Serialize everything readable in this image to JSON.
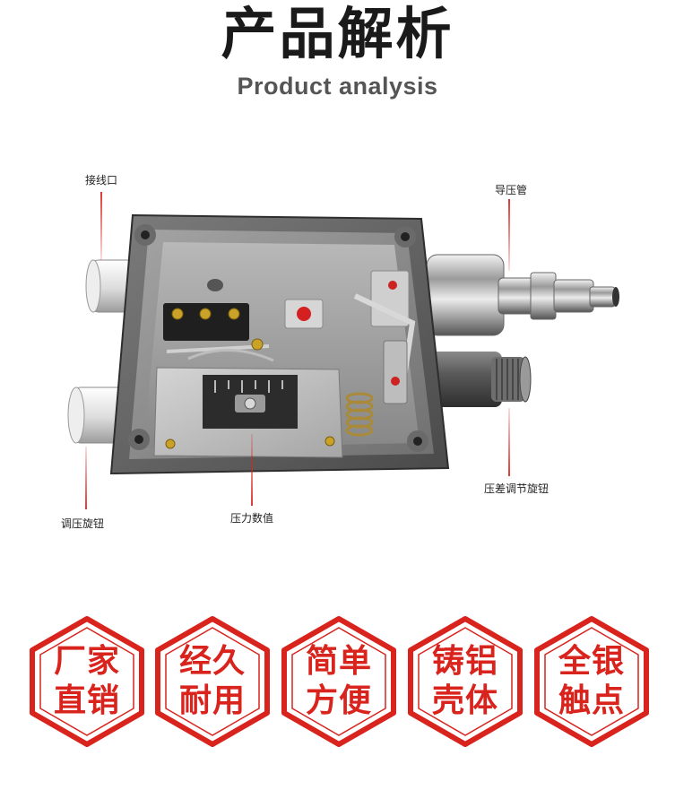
{
  "title": "产品解析",
  "subtitle": "Product analysis",
  "annotations": {
    "wiring_port": "接线口",
    "pressure_tube": "导压管",
    "diff_knob": "压差调节旋钮",
    "pressure_value": "压力数值",
    "pressure_knob": "调压旋钮"
  },
  "features": [
    {
      "line1": "厂家",
      "line2": "直销"
    },
    {
      "line1": "经久",
      "line2": "耐用"
    },
    {
      "line1": "简单",
      "line2": "方便"
    },
    {
      "line1": "铸铝",
      "line2": "壳体"
    },
    {
      "line1": "全银",
      "line2": "触点"
    }
  ],
  "colors": {
    "accent": "#d9231d",
    "title": "#1a1a1a",
    "subtitle": "#555555",
    "background": "#ffffff"
  }
}
